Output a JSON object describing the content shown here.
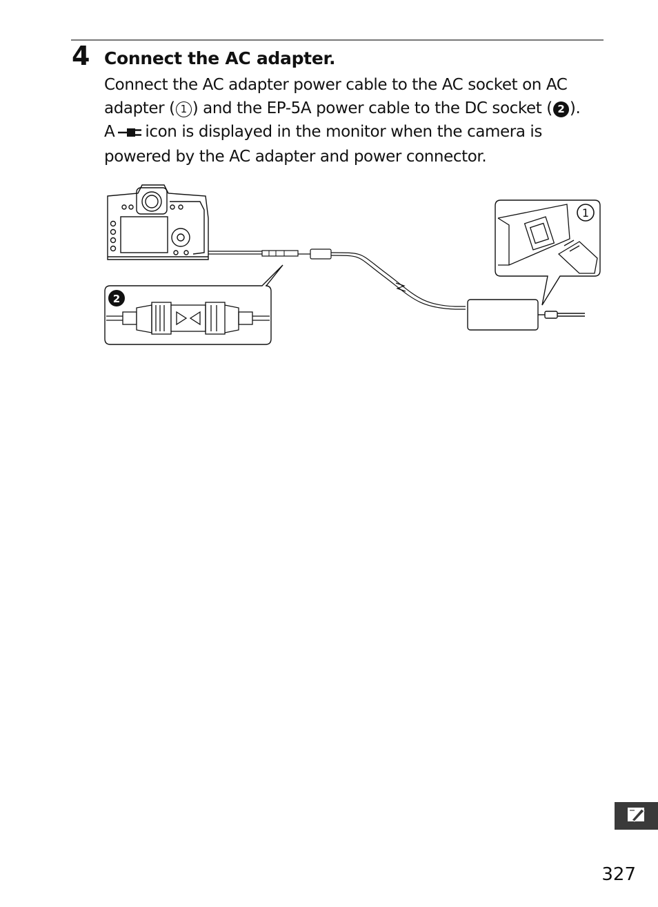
{
  "step": {
    "number": "4",
    "title": "Connect the AC adapter.",
    "line1": "Connect the AC adapter power cable to the AC socket on AC",
    "line2_a": "adapter (",
    "callout_1": "1",
    "line2_b": ") and the EP-5A power cable to the DC socket (",
    "callout_2": "2",
    "line2_c": ").",
    "line3_a": "A",
    "line3_b": "icon is displayed in the monitor when the camera is",
    "line4": "powered by the AC adapter and power connector."
  },
  "illustration": {
    "callout_1": "1",
    "callout_2": "2"
  },
  "icons": {
    "power_connector": "power-plug-icon",
    "section_tab": "pencil-note-icon"
  },
  "page_number": "327"
}
